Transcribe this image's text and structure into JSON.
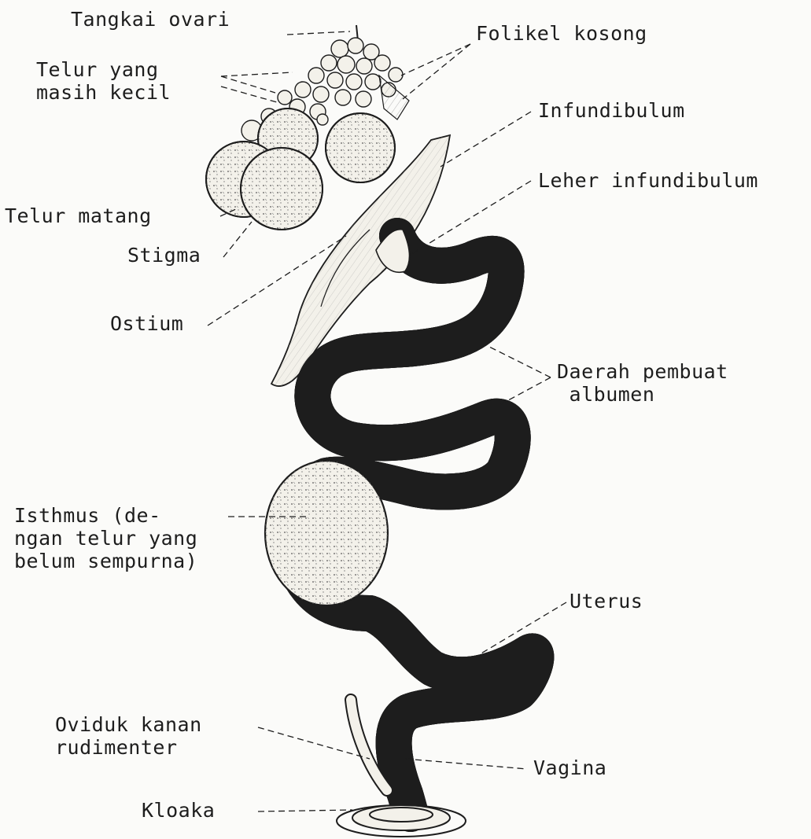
{
  "figure": {
    "labels": {
      "tangkai_ovari": "Tangkai ovari",
      "folikel_kosong": "Folikel kosong",
      "telur_kecil": "Telur yang\nmasih kecil",
      "infundibulum": "Infundibulum",
      "leher_infundibulum": "Leher infundibulum",
      "telur_matang": "Telur matang",
      "stigma": "Stigma",
      "ostium": "Ostium",
      "daerah_albumen": "Daerah pembuat\n albumen",
      "isthmus": "Isthmus (de-\nngan telur yang\nbelum sempurna)",
      "uterus": "Uterus",
      "oviduk_kanan": "Oviduk kanan\nrudimenter",
      "vagina": "Vagina",
      "kloaka": "Kloaka"
    },
    "colors": {
      "ink": "#1d1d1d",
      "paper": "#fbfbf9",
      "fill": "#f3f1ea"
    }
  }
}
